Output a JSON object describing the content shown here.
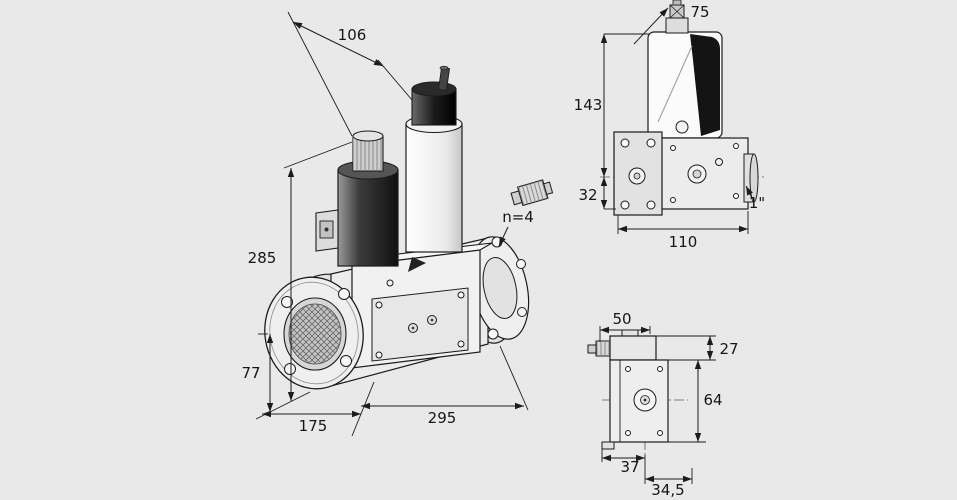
{
  "page": {
    "background": "#e9e9e9",
    "line_color": "#1c1c1c"
  },
  "views": {
    "main": {
      "label": "double-solenoid-valve-isometric",
      "dims": {
        "width_top": "106",
        "height_total": "285",
        "height_axis": "77",
        "length_flange": "175",
        "length_total": "295",
        "flange_holes": "n=4"
      }
    },
    "side": {
      "label": "single-valve-side-view",
      "dims": {
        "depth": "75",
        "height_total": "143",
        "height_below_axis": "32",
        "length": "110",
        "port": "1\""
      }
    },
    "front": {
      "label": "single-valve-front-view",
      "dims": {
        "connector_width": "50",
        "connector_height": "27",
        "body_height": "64",
        "body_width": "37",
        "port_offset": "34,5"
      }
    }
  }
}
